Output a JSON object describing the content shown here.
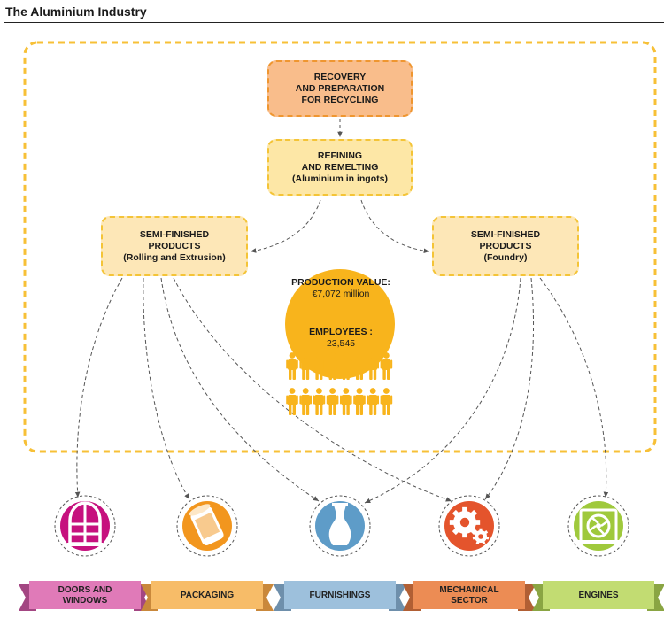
{
  "title": "The Aluminium Industry",
  "boxes": {
    "recovery": [
      "RECOVERY",
      "AND PREPARATION",
      "FOR RECYCLING"
    ],
    "refining": [
      "REFINING",
      "AND REMELTING",
      "(Aluminium in ingots)"
    ],
    "semi_left": [
      "SEMI-FINISHED",
      "PRODUCTS",
      "(Rolling and Extrusion)"
    ],
    "semi_right": [
      "SEMI-FINISHED",
      "PRODUCTS",
      "(Foundry)"
    ]
  },
  "stats": {
    "production_label": "PRODUCTION VALUE:",
    "production_value": "€7,072 million",
    "employees_label": "EMPLOYEES :",
    "employees_value": "23,545"
  },
  "categories": [
    {
      "lines": [
        "DOORS AND",
        "WINDOWS"
      ],
      "icon": "window-icon",
      "color": "#c6117e",
      "ribbon": "#e07ab8",
      "ribbon_dark": "#a34682"
    },
    {
      "lines": [
        "PACKAGING"
      ],
      "icon": "can-icon",
      "color": "#f2961e",
      "ribbon": "#f7bc68",
      "ribbon_dark": "#c9883b"
    },
    {
      "lines": [
        "FURNISHINGS"
      ],
      "icon": "vase-icon",
      "color": "#5e9cc8",
      "ribbon": "#9dc0dc",
      "ribbon_dark": "#6e8fab"
    },
    {
      "lines": [
        "MECHANICAL",
        "SECTOR"
      ],
      "icon": "gears-icon",
      "color": "#e4542c",
      "ribbon": "#ec8c54",
      "ribbon_dark": "#b15f34"
    },
    {
      "lines": [
        "ENGINES"
      ],
      "icon": "engine-icon",
      "color": "#9fc93c",
      "ribbon": "#c2dc72",
      "ribbon_dark": "#8aa543"
    }
  ],
  "colors": {
    "outer_frame": "#f7c037",
    "circle": "#f8b41c",
    "arrow": "#555555"
  }
}
